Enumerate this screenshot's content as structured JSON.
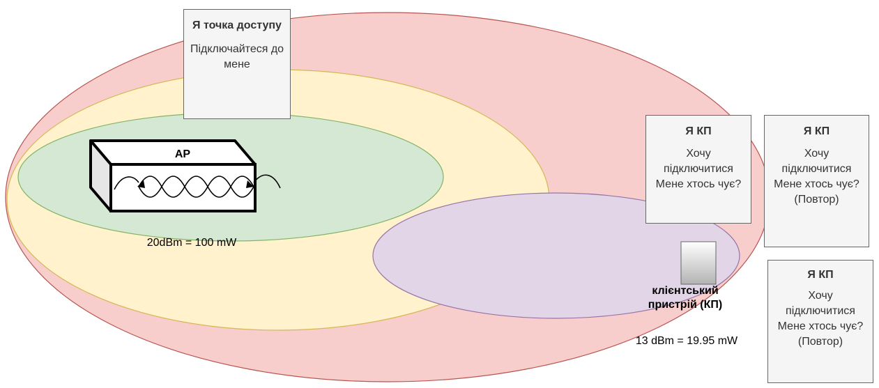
{
  "ap_box": {
    "title": "Я точка доступу",
    "body": "Підключайтеся до мене"
  },
  "device_label": "AP",
  "ap_power": "20dBm = 100 mW",
  "client": {
    "label": "клієнтський пристрій (КП)",
    "power": "13 dBm = 19.95 mW"
  },
  "client_boxes": [
    {
      "title": "Я КП",
      "body": "Хочу підключитися Мене хтось чує?"
    },
    {
      "title": "Я КП",
      "body": "Хочу підключитися Мене хтось чує? (Повтор)"
    },
    {
      "title": "Я КП",
      "body": "Хочу підключитися Мене хтось чує? (Повтор)"
    }
  ],
  "colors": {
    "outer_fill": "#f8cecc",
    "outer_stroke": "#b85450",
    "mid_fill": "#fff2cc",
    "mid_stroke": "#d6b656",
    "inner_fill": "#d5e8d4",
    "inner_stroke": "#82b366",
    "client_fill": "#e1d5e7",
    "client_stroke": "#9673a6"
  }
}
